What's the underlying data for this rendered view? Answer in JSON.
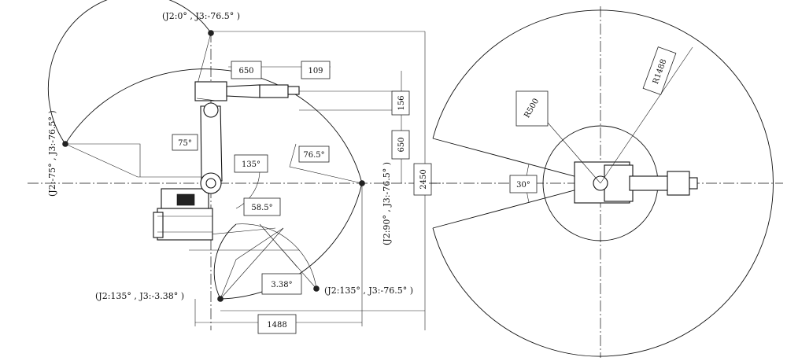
{
  "side_view": {
    "pose_labels": {
      "top": "(J2:0° , J3:-76.5° )",
      "left": "(J2:-75° , J3:-76.5° )",
      "right": "(J2:90° , J3:-76.5° )",
      "bottom_left": "(J2:135° , J3:-3.38° )",
      "bottom_right": "(J2:135° , J3:-76.5° )"
    },
    "dimensions": {
      "d650_top": "650",
      "d109": "109",
      "d156": "156",
      "d650_right": "650",
      "d2450": "2450",
      "d1488": "1488"
    },
    "angles": {
      "a75": "75°",
      "a135": "135°",
      "a76_5": "76.5°",
      "a58_5": "58.5°",
      "a3_38": "3.38°"
    }
  },
  "top_view": {
    "radius_outer": "R1488",
    "radius_inner": "R500",
    "angle": "30°"
  }
}
